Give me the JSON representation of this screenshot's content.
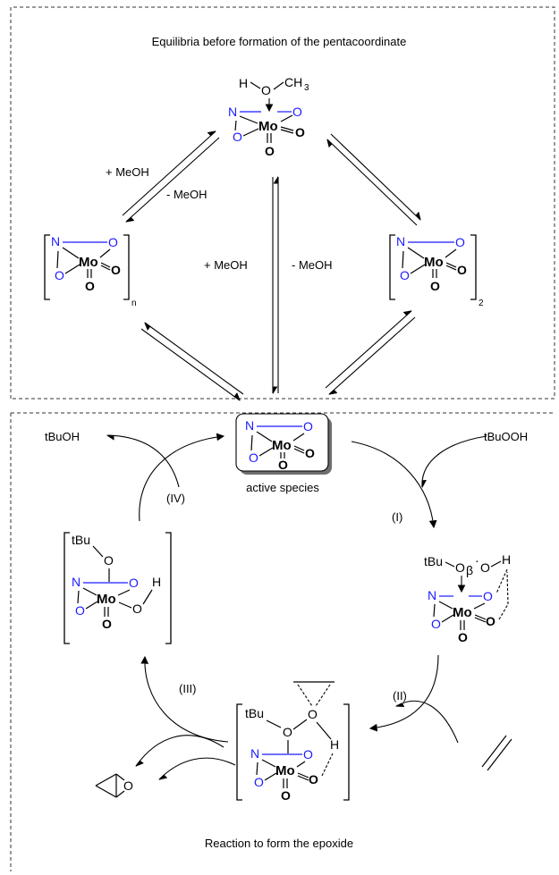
{
  "top_panel": {
    "caption": "Equilibria before formation of the pentacoordinate"
  },
  "bottom_panel": {
    "caption": "Reaction to form the epoxide"
  },
  "equilibrium_labels": {
    "left_add": "+ MeOH",
    "left_remove": "- MeOH",
    "center_add": "+ MeOH",
    "center_remove": "- MeOH"
  },
  "methanol_adduct": {
    "H": "H",
    "O": "O",
    "CH3_main": "CH",
    "CH3_sub": "3"
  },
  "polymer": {
    "subscript": "n"
  },
  "dimer": {
    "subscript": "2"
  },
  "core_atoms": {
    "N": "N",
    "O": "O",
    "Mo": "Mo"
  },
  "active_species": {
    "label": "active species"
  },
  "cycle": {
    "step_I": "(I)",
    "step_II": "(II)",
    "step_III": "(III)",
    "step_IV": "(IV)",
    "reagent_in": "tBuOOH",
    "product_out": "tBuOH"
  },
  "peroxo_species": {
    "tBu": "tBu",
    "O": "O",
    "beta": "β",
    "H": "H"
  },
  "transition_state": {
    "tBu": "tBu",
    "O": "O",
    "H": "H"
  },
  "alkoxo_species": {
    "tBu": "tBu",
    "O": "O",
    "H": "H"
  }
}
